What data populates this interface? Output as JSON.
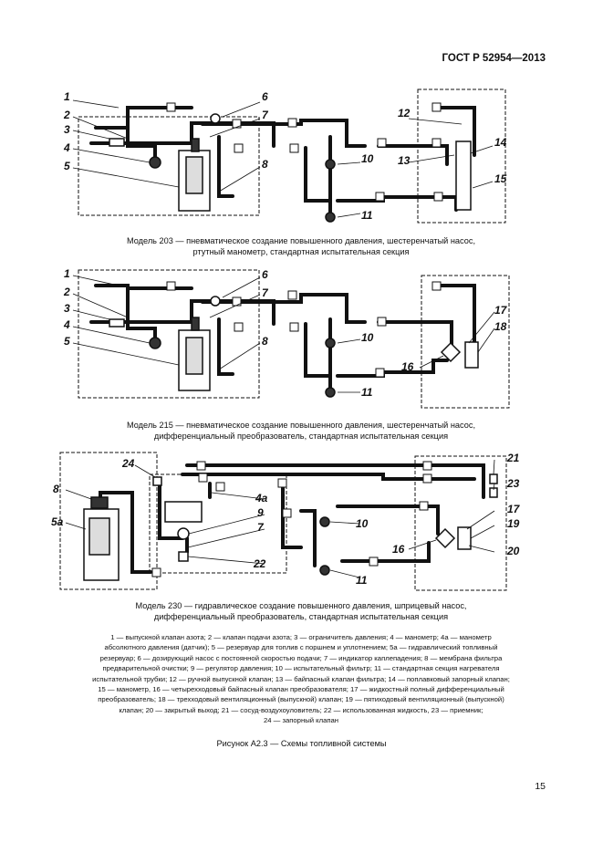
{
  "header": {
    "standard": "ГОСТ Р 52954—2013"
  },
  "diagrams": {
    "d1": {
      "labels": [
        "1",
        "2",
        "3",
        "4",
        "5",
        "6",
        "7",
        "8",
        "10",
        "11",
        "12",
        "13",
        "14",
        "15"
      ],
      "caption_line1": "Модель 203 — пневматическое создание повышенного давления, шестеренчатый насос,",
      "caption_line2": "ртутный манометр, стандартная испытательная секция"
    },
    "d2": {
      "labels": [
        "1",
        "2",
        "3",
        "4",
        "5",
        "6",
        "7",
        "8",
        "10",
        "11",
        "16",
        "17",
        "18"
      ],
      "caption_line1": "Модель 215 — пневматическое создание повышенного давления, шестеренчатый насос,",
      "caption_line2": "дифференциальный преобразователь, стандартная испытательная секция"
    },
    "d3": {
      "labels": [
        "8",
        "5a",
        "24",
        "4a",
        "9",
        "7",
        "22",
        "10",
        "11",
        "16",
        "17",
        "19",
        "20",
        "21",
        "23"
      ],
      "caption_line1": "Модель 230 — гидравлическое создание повышенного давления, шприцевый насос,",
      "caption_line2": "дифференциальный преобразователь, стандартная испытательная секция"
    }
  },
  "legend": [
    "1 — выпускной клапан азота; 2 — клапан подачи азота; 3 — ограничитель давления; 4 — манометр; 4а — манометр",
    "абсолютного давления (датчик); 5 — резервуар для топлив с поршнем и уплотнением; 5а — гидравлический топливный",
    "резервуар; 6 — дозирующий насос с постоянной скоростью подачи; 7 — индикатор каплепадения; 8 — мембрана фильтра",
    "предварительной очистки; 9 — регулятор давления; 10 — испытательный фильтр; 11 — стандартная секция нагревателя",
    "испытательной трубки; 12 — ручной выпускной клапан; 13 — байпасный клапан фильтра; 14 — поплавковый запорный клапан;",
    "15 — манометр, 16 — четырехходовый байпасный клапан преобразователя; 17 — жидкостный полный дифференциальный",
    "преобразователь; 18 — трехходовый вентиляционный (выпускной) клапан; 19 — пятиходовый вентиляционный (выпускной)",
    "клапан; 20 — закрытый выход; 21 — сосуд-воздухоуловитель; 22 — использованная жидкость, 23 — приемник;",
    "24 — запорный клапан"
  ],
  "figure_caption": "Рисунок А2.3 — Схемы топливной системы",
  "page_number": "15",
  "colors": {
    "ink": "#111111",
    "paper": "#ffffff"
  }
}
